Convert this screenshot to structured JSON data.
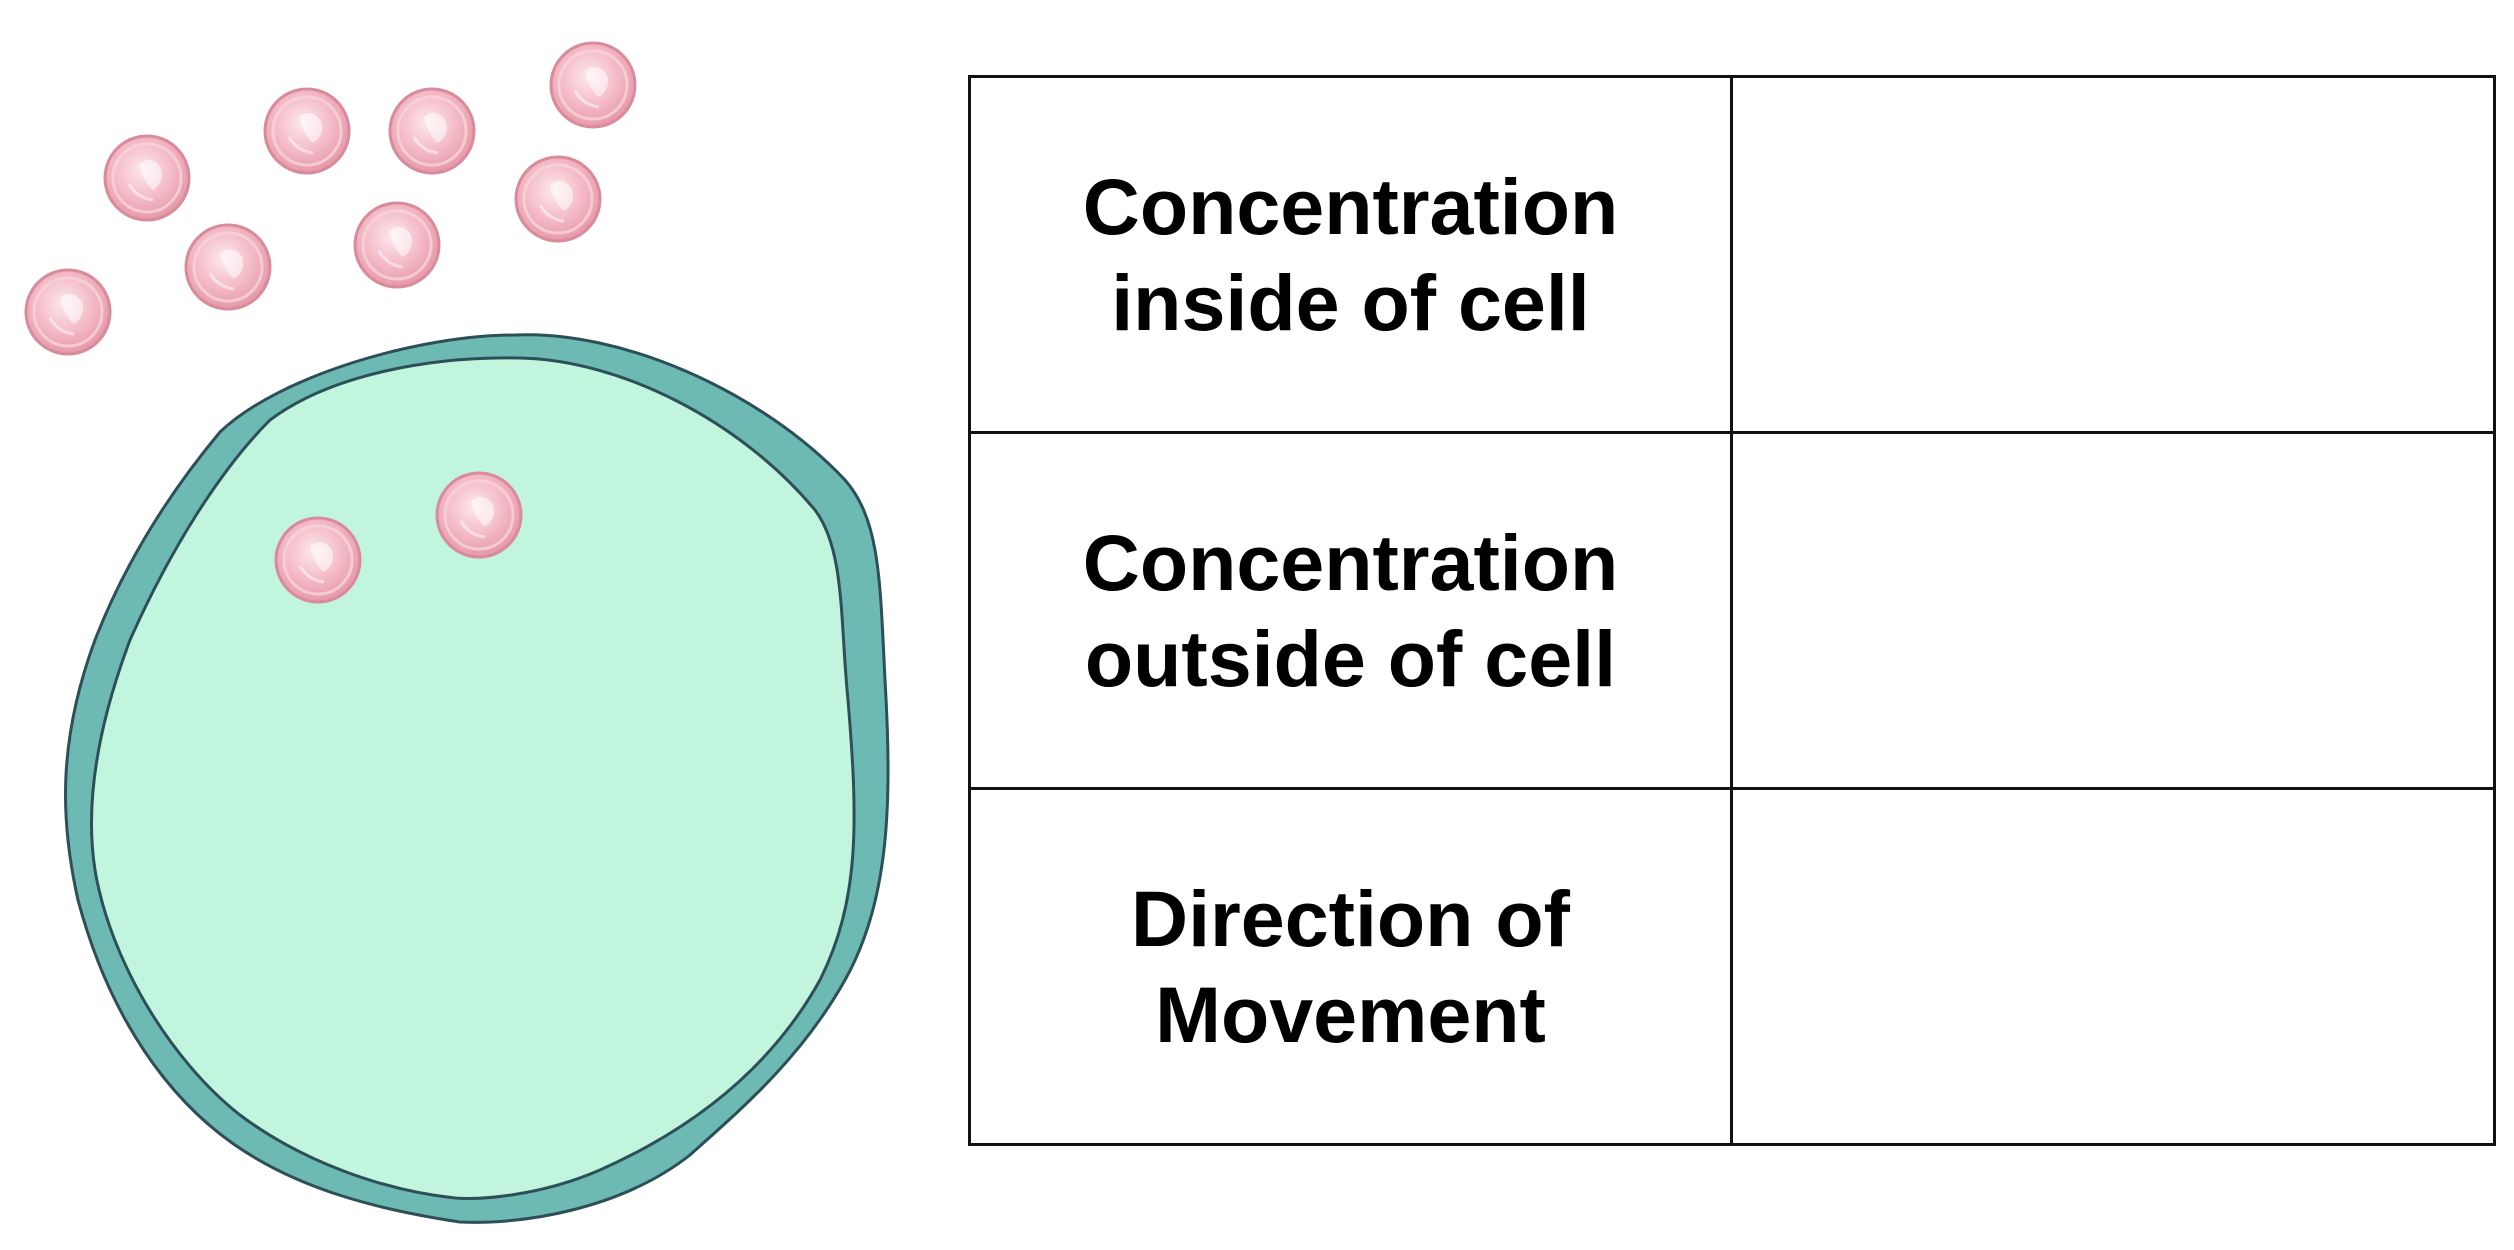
{
  "colors": {
    "cell_membrane": "#6dbab4",
    "cell_cytoplasm": "#c2f5de",
    "cell_outline": "#2e4f57",
    "molecule_fill": "#f2b6c2",
    "molecule_edge": "#d98b9b",
    "molecule_highlight": "#ffffff",
    "table_border": "#111111",
    "text": "#000000"
  },
  "diagram": {
    "molecules_outside_count": 8,
    "molecules_inside_count": 2
  },
  "table": {
    "rows": [
      {
        "label_line1": "Concentration",
        "label_line2": "inside of cell",
        "answer": ""
      },
      {
        "label_line1": "Concentration",
        "label_line2": "outside of cell",
        "answer": ""
      },
      {
        "label_line1": "Direction of",
        "label_line2": "Movement",
        "answer": ""
      }
    ]
  }
}
